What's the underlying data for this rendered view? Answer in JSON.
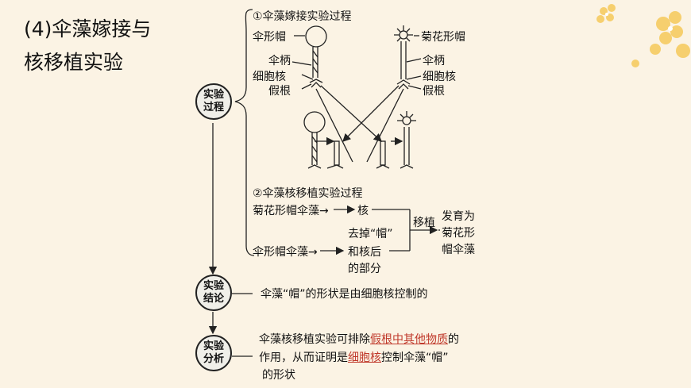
{
  "title": {
    "line1": "(4)伞藻嫁接与",
    "line2": "核移植实验"
  },
  "nodes": {
    "process": [
      "实验",
      "过程"
    ],
    "conclusion": [
      "实验",
      "结论"
    ],
    "analysis": [
      "实验",
      "分析"
    ]
  },
  "graft": {
    "heading": "①伞藻嫁接实验过程",
    "left_cap": "伞形帽",
    "right_cap": "菊花形帽",
    "left_stalk": "伞柄",
    "left_nucleus": "细胞核",
    "left_rhizoid": "假根",
    "right_stalk": "伞柄",
    "right_nucleus": "细胞核",
    "right_rhizoid": "假根"
  },
  "transplant": {
    "heading": "②伞藻核移植实验过程",
    "source1": "菊花形帽伞藻→",
    "nucleus": "核",
    "source2": "伞形帽伞藻→",
    "remove_1": "去掉“帽”",
    "remove_2": "和核后",
    "remove_3": "的部分",
    "action": "移植",
    "result_1": "发育为",
    "result_2": "菊花形",
    "result_3": "帽伞藻"
  },
  "conclusion_text": "伞藻“帽”的形状是由细胞核控制的",
  "analysis_text": {
    "line1_a": "伞藻核移植实验可排除",
    "line1_b": "假根中其他物质",
    "line1_c": "的",
    "line2_a": "作用，从而证明是",
    "line2_b": "细胞核",
    "line2_c": "控制伞藻“帽”",
    "line3": "的形状"
  },
  "colors": {
    "background": "#fbf3e4",
    "line": "#222222",
    "answer": "#c0392b",
    "node_fill": "#f0efe9"
  }
}
